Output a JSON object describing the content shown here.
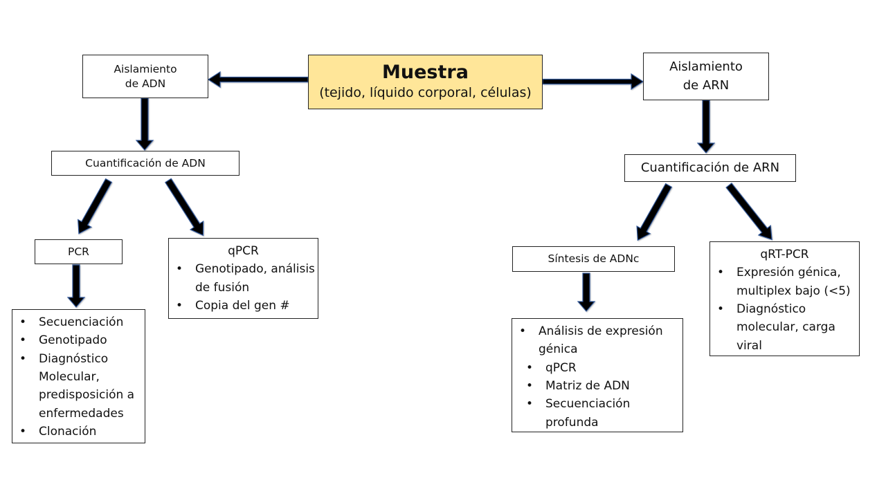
{
  "sample": {
    "title": "Muestra",
    "subtitle": "(tejido, líquido corporal, células)",
    "fill_color": "#ffe699"
  },
  "dna": {
    "isolation": {
      "line1": "Aislamiento",
      "line2": "de ADN"
    },
    "quant": "Cuantificación de ADN",
    "pcr": {
      "title": "PCR",
      "items": [
        "Secuenciación",
        "Genotipado",
        "Diagnóstico Molecular, predisposición a enfermedades",
        "Clonación"
      ]
    },
    "qpcr": {
      "title": "qPCR",
      "items": [
        "Genotipado, análisis de fusión",
        "Copia del gen #"
      ]
    }
  },
  "rna": {
    "isolation": {
      "line1": "Aislamiento",
      "line2": "de ARN"
    },
    "quant": "Cuantificación de ARN",
    "cdna": {
      "title": "Síntesis de ADNc",
      "item": "Análisis de expresión génica",
      "subitems": [
        "qPCR",
        "Matriz de ADN",
        "Secuenciación profunda"
      ]
    },
    "qrtpcr": {
      "title": "qRT-PCR",
      "items": [
        "Expresión génica, multiplex bajo (<5)",
        "Diagnóstico molecular, carga viral"
      ]
    }
  },
  "colors": {
    "arrow_fill": "#000000",
    "arrow_outline": "#2f5597",
    "border": "#222222"
  }
}
